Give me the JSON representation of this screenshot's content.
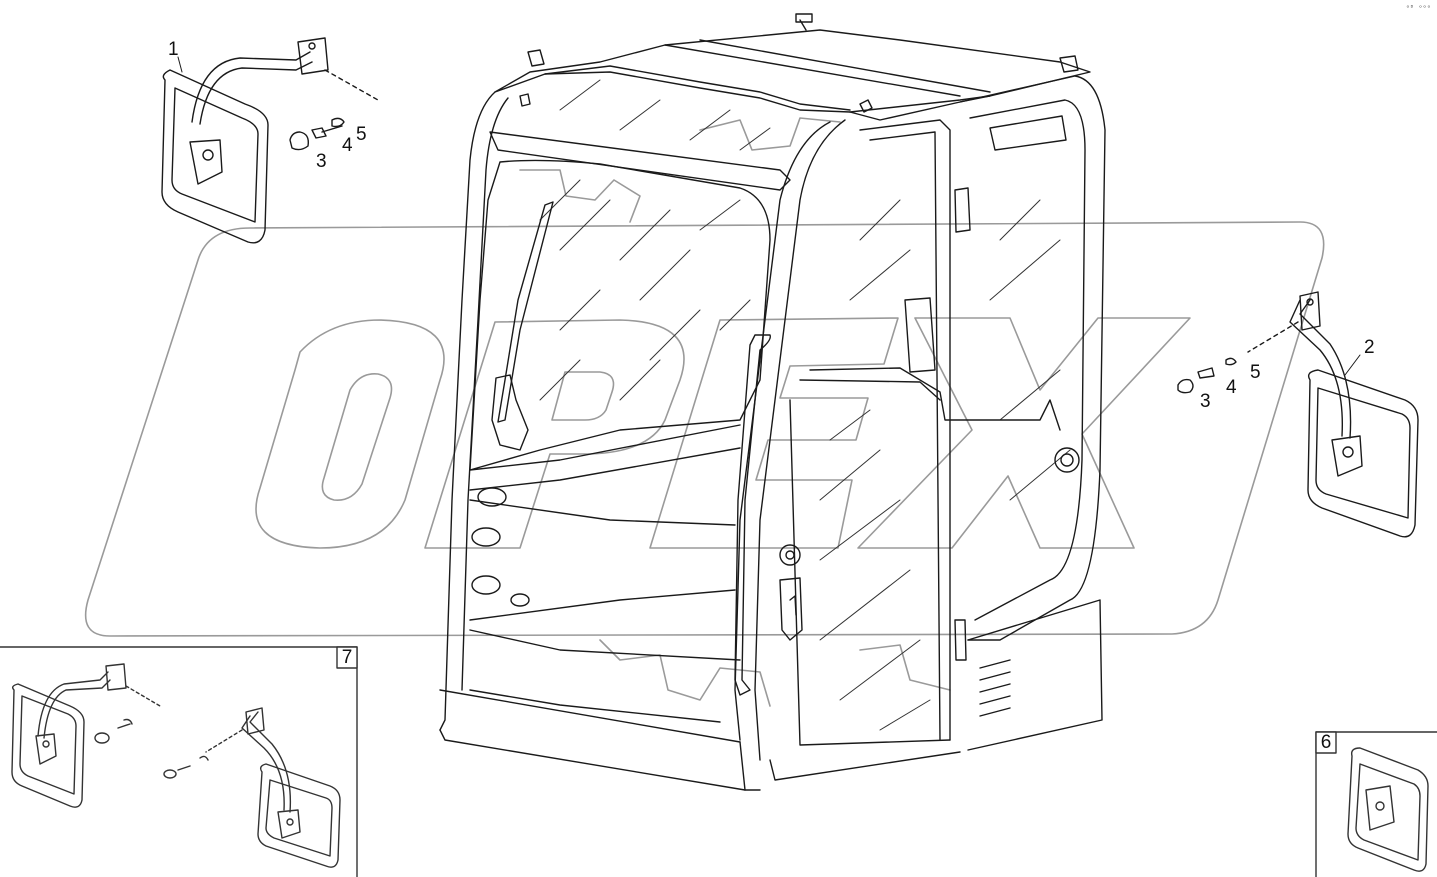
{
  "callouts": {
    "left_mirror": {
      "n1": "1",
      "n3": "3",
      "n4": "4",
      "n5": "5"
    },
    "right_mirror": {
      "n2": "2",
      "n3": "3",
      "n4": "4",
      "n5": "5"
    }
  },
  "inset_boxes": {
    "box7": "7",
    "box6": "6"
  },
  "watermark": {
    "text": "OPEX"
  },
  "corner_mark": "ᵒᴰ ᵒᵒᵒ",
  "colors": {
    "line": "#1a1a1a",
    "watermark": "#9a9a9a",
    "box": "#333333"
  }
}
